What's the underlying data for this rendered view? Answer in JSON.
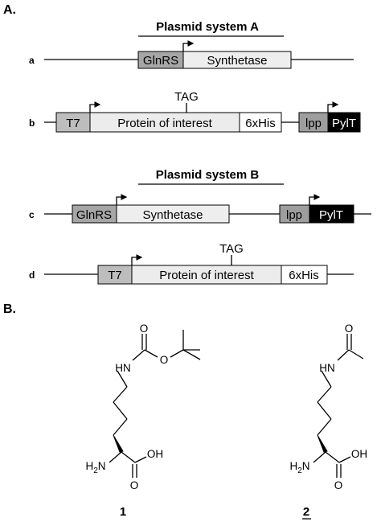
{
  "panels": {
    "a_label": "A.",
    "b_label": "B."
  },
  "system_a": {
    "title": "Plasmid system A",
    "row_a": {
      "label": "a",
      "glnrs": "GlnRS",
      "synthetase": "Synthetase"
    },
    "row_b": {
      "label": "b",
      "t7": "T7",
      "protein": "Protein of interest",
      "tag": "TAG",
      "his": "6xHis",
      "lpp": "lpp",
      "pylt": "PylT"
    }
  },
  "system_b": {
    "title": "Plasmid system B",
    "row_c": {
      "label": "c",
      "glnrs": "GlnRS",
      "synthetase": "Synthetase",
      "lpp": "lpp",
      "pylt": "PylT"
    },
    "row_d": {
      "label": "d",
      "t7": "T7",
      "protein": "Protein of interest",
      "tag": "TAG",
      "his": "6xHis"
    }
  },
  "compounds": {
    "c1": {
      "number": "1",
      "atoms": {
        "o_carbonyl": "O",
        "hn": "HN",
        "o_ester": "O",
        "h2n": "H2N",
        "oh": "OH",
        "o_acid": "O"
      }
    },
    "c2": {
      "number": "2",
      "atoms": {
        "o_carbonyl": "O",
        "hn": "HN",
        "h2n": "H2N",
        "oh": "OH",
        "o_acid": "O"
      }
    }
  },
  "colors": {
    "glnrs": "#a6a6a6",
    "synthetase": "#eeeeee",
    "t7": "#bdbdbd",
    "protein": "#ececec",
    "his": "#ffffff",
    "lpp": "#9e9e9e",
    "pylt": "#000000"
  }
}
